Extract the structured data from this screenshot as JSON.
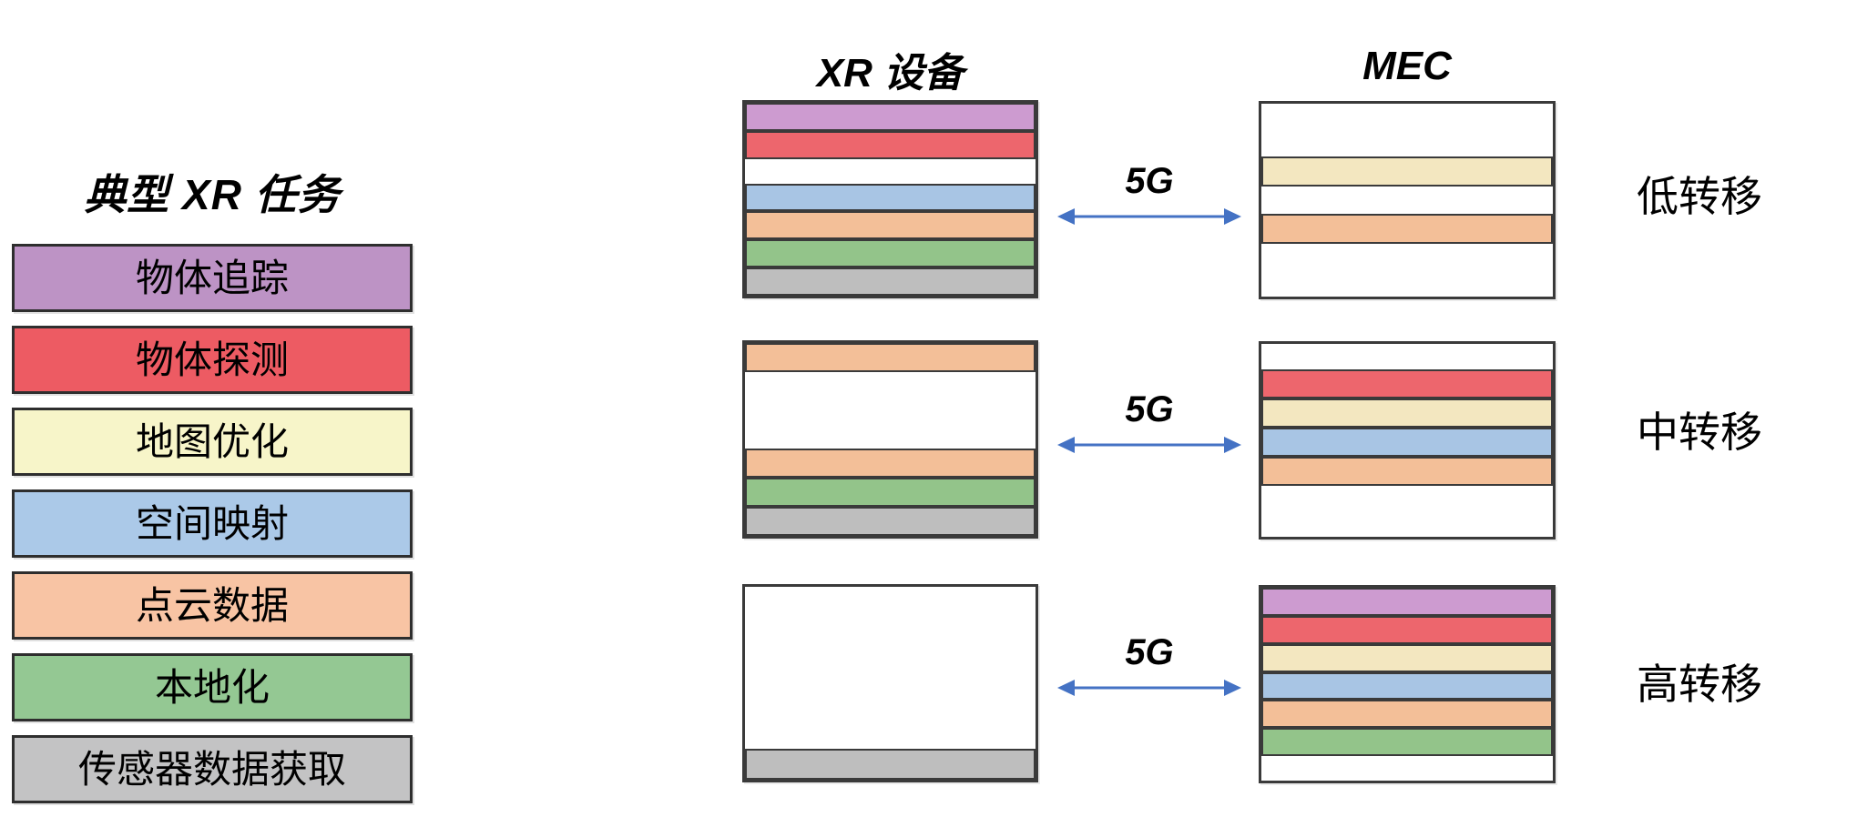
{
  "legend": {
    "title": "典型 XR 任务",
    "items": [
      {
        "id": "object-tracking",
        "label": "物体追踪",
        "color": "#bd93c5",
        "box_color": "#cd9bd0"
      },
      {
        "id": "object-detection",
        "label": "物体探测",
        "color": "#ed5b63",
        "box_color": "#ed666d"
      },
      {
        "id": "map-optimization",
        "label": "地图优化",
        "color": "#f7f5c9",
        "box_color": "#f3e7c0"
      },
      {
        "id": "spatial-mapping",
        "label": "空间映射",
        "color": "#abc9e8",
        "box_color": "#a8c5e4"
      },
      {
        "id": "point-cloud",
        "label": "点云数据",
        "color": "#f8c4a4",
        "box_color": "#f3bf98"
      },
      {
        "id": "localization",
        "label": "本地化",
        "color": "#94c893",
        "box_color": "#93c48a"
      },
      {
        "id": "sensor-acquisition",
        "label": "传感器数据获取",
        "color": "#c3c3c4",
        "box_color": "#bebebe"
      }
    ]
  },
  "columns": {
    "device_title": "XR 设备",
    "mec_title": "MEC"
  },
  "link_label": "5G",
  "rows": [
    {
      "level": "低转移",
      "device_slots": [
        "object-tracking",
        "object-detection",
        "white",
        "spatial-mapping",
        "point-cloud",
        "localization",
        "sensor-acquisition"
      ],
      "mec_slots": [
        "white",
        "white",
        "map-optimization",
        "white",
        "point-cloud",
        "white",
        "white"
      ]
    },
    {
      "level": "中转移",
      "device_slots": [
        "point-cloud",
        "white",
        "white",
        "white",
        "point-cloud",
        "localization",
        "sensor-acquisition"
      ],
      "mec_slots": [
        "white",
        "object-detection",
        "map-optimization",
        "spatial-mapping",
        "point-cloud",
        "white",
        "white"
      ]
    },
    {
      "level": "高转移",
      "device_slots": [
        "white",
        "white",
        "white",
        "white",
        "white",
        "white",
        "sensor-acquisition"
      ],
      "mec_slots": [
        "object-tracking",
        "object-detection",
        "map-optimization",
        "spatial-mapping",
        "point-cloud",
        "localization",
        "white"
      ]
    }
  ],
  "colors": {
    "arrow": "#4472c4",
    "border": "#3a3a3a",
    "background": "#ffffff",
    "empty_slot": "#ffffff"
  }
}
